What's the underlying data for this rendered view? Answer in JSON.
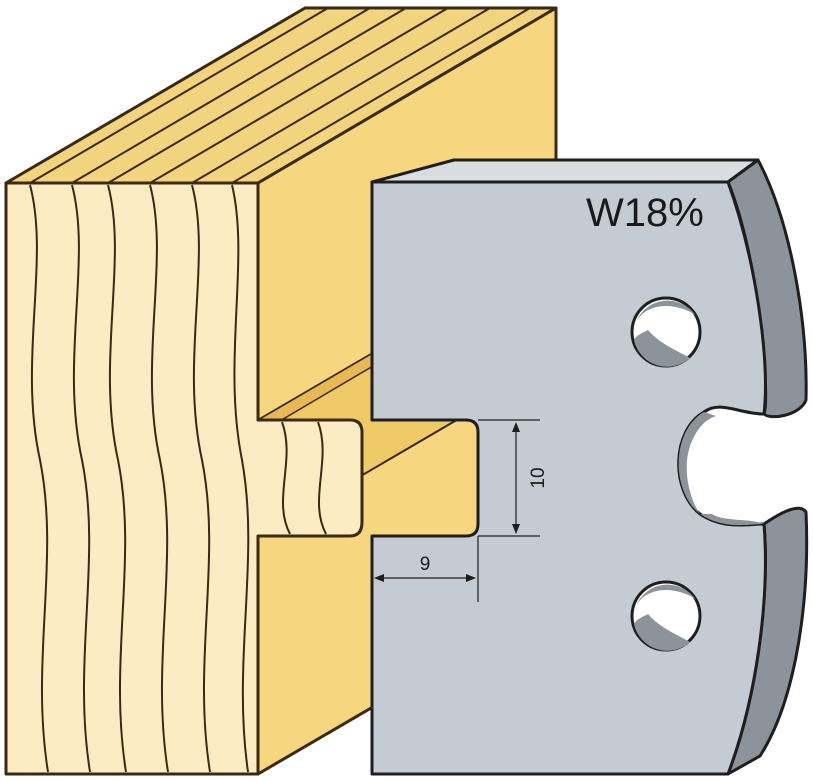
{
  "diagram": {
    "profile_code": "W18%",
    "dimensions": {
      "groove_width": "9",
      "groove_height": "10"
    },
    "colors": {
      "wood_face": "#f7df9c",
      "wood_light": "#fbecc3",
      "wood_top": "#f3d47e",
      "wood_side": "#f6d77f",
      "wood_outline": "#3a2a10",
      "steel_face": "#c5cbd2",
      "steel_edge": "#8c939b",
      "steel_outline": "#1e1e1e"
    }
  }
}
